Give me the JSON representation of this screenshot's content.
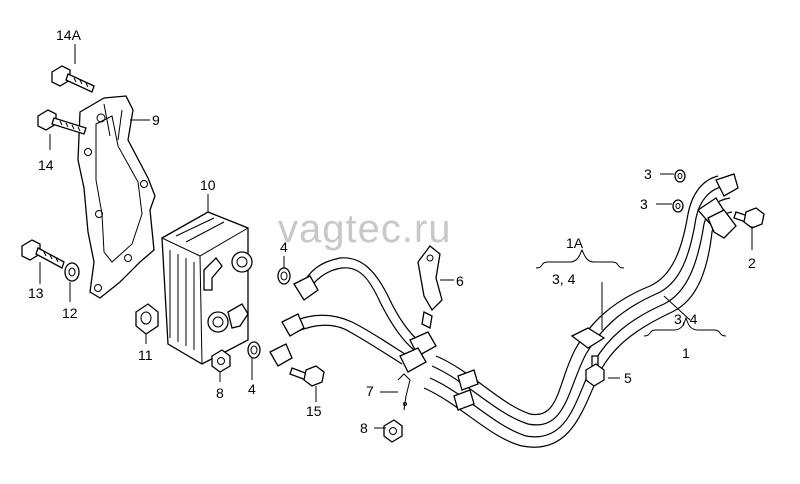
{
  "watermark": "vagtec.ru",
  "callouts": {
    "c14A": "14A",
    "c9": "9",
    "c14": "14",
    "c10": "10",
    "c13": "13",
    "c12": "12",
    "c11": "11",
    "c4a": "4",
    "c4b": "4",
    "c8a": "8",
    "c15": "15",
    "c6": "6",
    "c7": "7",
    "c8b": "8",
    "c1A": "1A",
    "c34a": "3, 4",
    "c34b": "3, 4",
    "c1": "1",
    "c3a": "3",
    "c3b": "3",
    "c2": "2",
    "c5": "5"
  }
}
